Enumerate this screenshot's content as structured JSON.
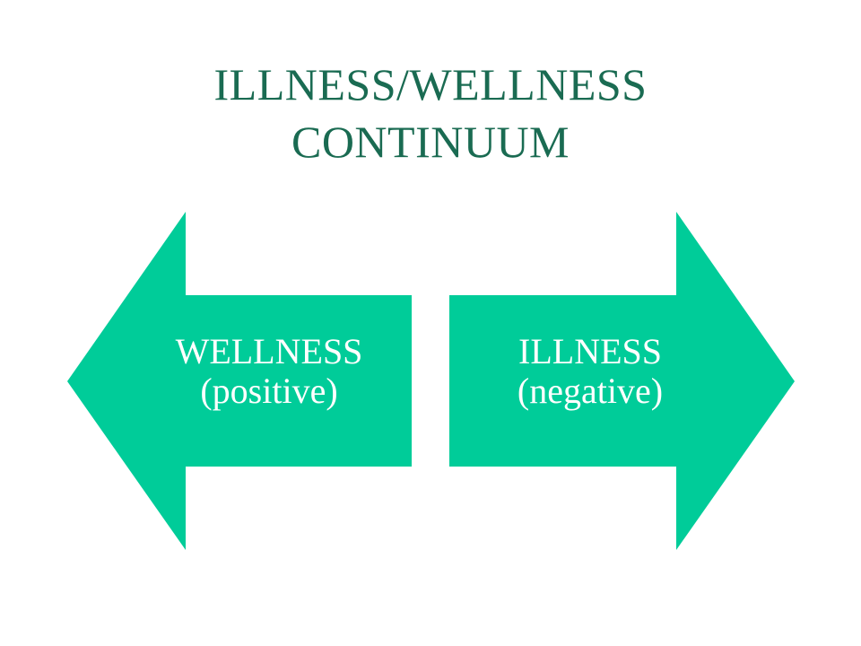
{
  "title": {
    "line1": "ILLNESS/WELLNESS",
    "line2": "CONTINUUM"
  },
  "left_arrow": {
    "line1": "WELLNESS",
    "line2": "(positive)",
    "direction": "left"
  },
  "right_arrow": {
    "line1": "ILLNESS",
    "line2": "(negative)",
    "direction": "right"
  },
  "colors": {
    "title_text": "#1a6b52",
    "arrow_fill": "#00cc99",
    "arrow_text": "#ffffff",
    "background": "#ffffff"
  }
}
